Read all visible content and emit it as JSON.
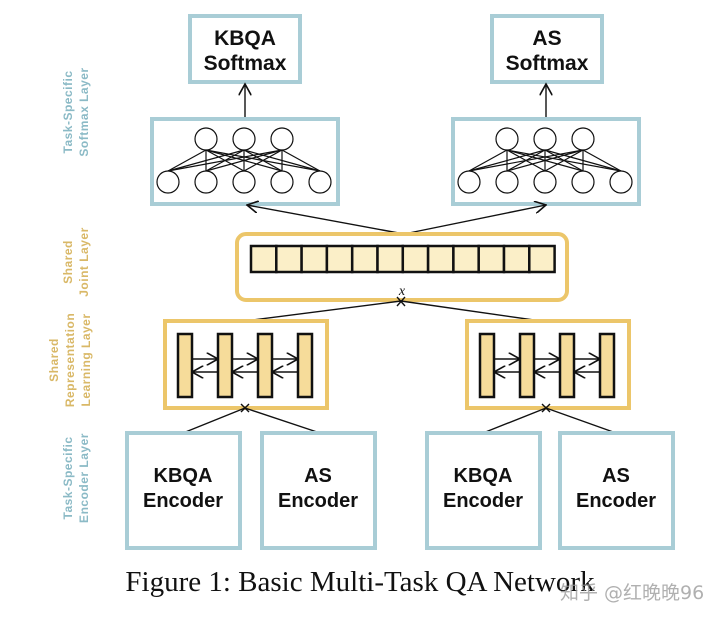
{
  "layers": {
    "softmax": [
      "Task-Specific",
      "Softmax Layer"
    ],
    "joint": [
      "Shared",
      "Joint Layer"
    ],
    "representation": [
      "Shared",
      "Representation",
      "Learning Layer"
    ],
    "encoder": [
      "Task-Specific",
      "Encoder Layer"
    ]
  },
  "softmax_boxes": [
    {
      "line1": "KBQA",
      "line2": "Softmax"
    },
    {
      "line1": "AS",
      "line2": "Softmax"
    }
  ],
  "encoder_boxes": [
    {
      "line1": "KBQA",
      "line2": "Encoder"
    },
    {
      "line1": "AS",
      "line2": "Encoder"
    },
    {
      "line1": "KBQA",
      "line2": "Encoder"
    },
    {
      "line1": "AS",
      "line2": "Encoder"
    }
  ],
  "joint_symbol": "x",
  "joint_cells": 12,
  "caption": "Figure 1: Basic Multi-Task QA Network",
  "watermark": "知乎 @红晚晚96",
  "colors": {
    "task_specific": "#8bbac6",
    "shared": "#d9b867",
    "cell_fill": "#fbefc8",
    "bar_fill": "#f6dc9a"
  }
}
